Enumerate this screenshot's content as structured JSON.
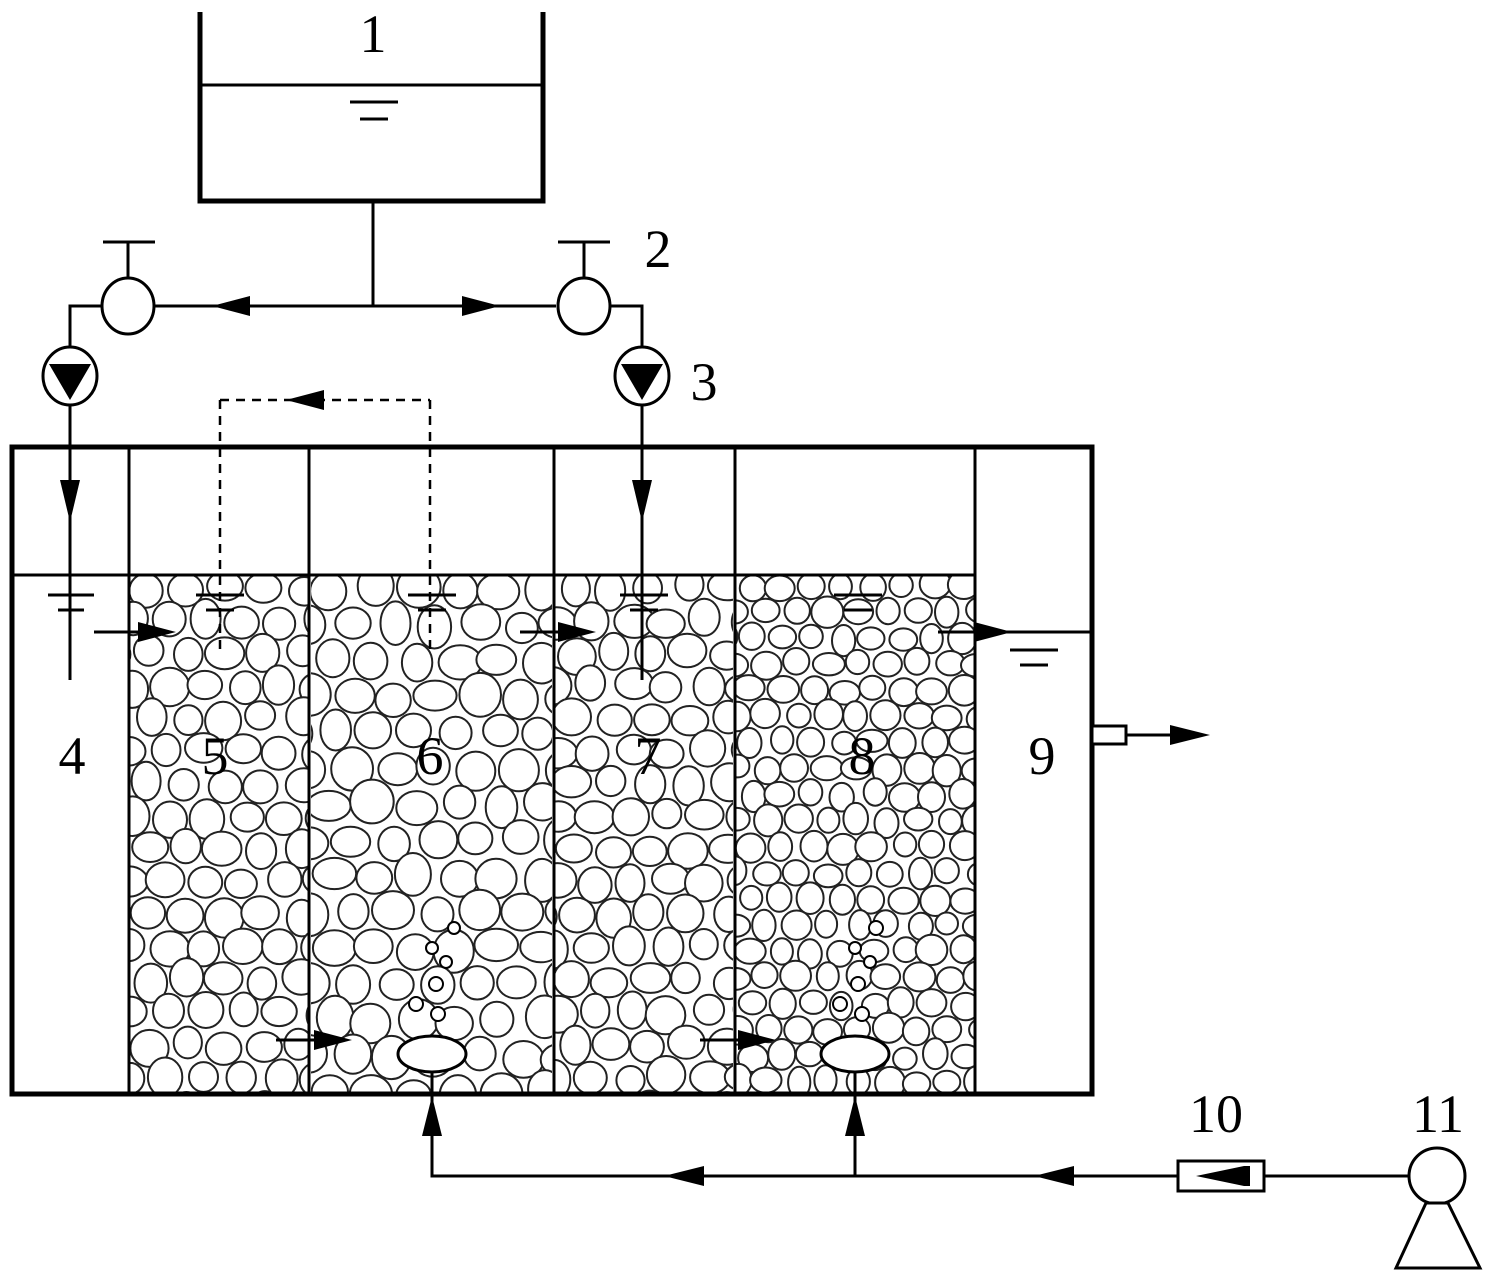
{
  "labels": {
    "tank": "1",
    "valve": "2",
    "pump": "3",
    "chamber_4": "4",
    "chamber_5": "5",
    "chamber_6": "6",
    "chamber_7": "7",
    "chamber_8": "8",
    "chamber_9": "9",
    "flowmeter": "10",
    "blower": "11"
  },
  "colors": {
    "line": "#000000",
    "background": "#ffffff"
  },
  "icons": [
    "water-level-icon",
    "valve-icon",
    "pump-icon",
    "flowmeter-icon",
    "blower-icon",
    "aerator-icon",
    "flow-arrow-icon"
  ]
}
